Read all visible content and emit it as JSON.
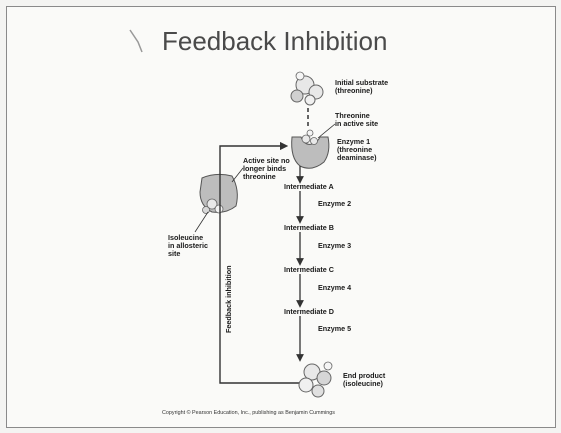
{
  "title": "Feedback Inhibition",
  "substrate": {
    "line1": "Initial substrate",
    "line2": "(threonine)"
  },
  "active_site_note": {
    "line1": "Threonine",
    "line2": "in active site"
  },
  "enzyme1": {
    "line1": "Enzyme 1",
    "line2": "(threonine",
    "line3": "deaminase)"
  },
  "no_longer_binds": {
    "line1": "Active site no",
    "line2": "longer binds",
    "line3": "threonine"
  },
  "isoleucine_site": {
    "line1": "Isoleucine",
    "line2": "in allosteric",
    "line3": "site"
  },
  "feedback_label": "Feedback inhibition",
  "pathway": {
    "intermediates": [
      "Intermediate A",
      "Intermediate B",
      "Intermediate C",
      "Intermediate D"
    ],
    "enzymes": [
      "Enzyme 2",
      "Enzyme 3",
      "Enzyme 4",
      "Enzyme 5"
    ]
  },
  "end_product": {
    "line1": "End product",
    "line2": "(isoleucine)"
  },
  "copyright": "Copyright © Pearson Education, Inc., publishing as Benjamin Cummings",
  "colors": {
    "enzyme": "#bdbdbd",
    "enzyme_stroke": "#555555",
    "arrow": "#333333",
    "molecule": "#e8e8e8"
  }
}
